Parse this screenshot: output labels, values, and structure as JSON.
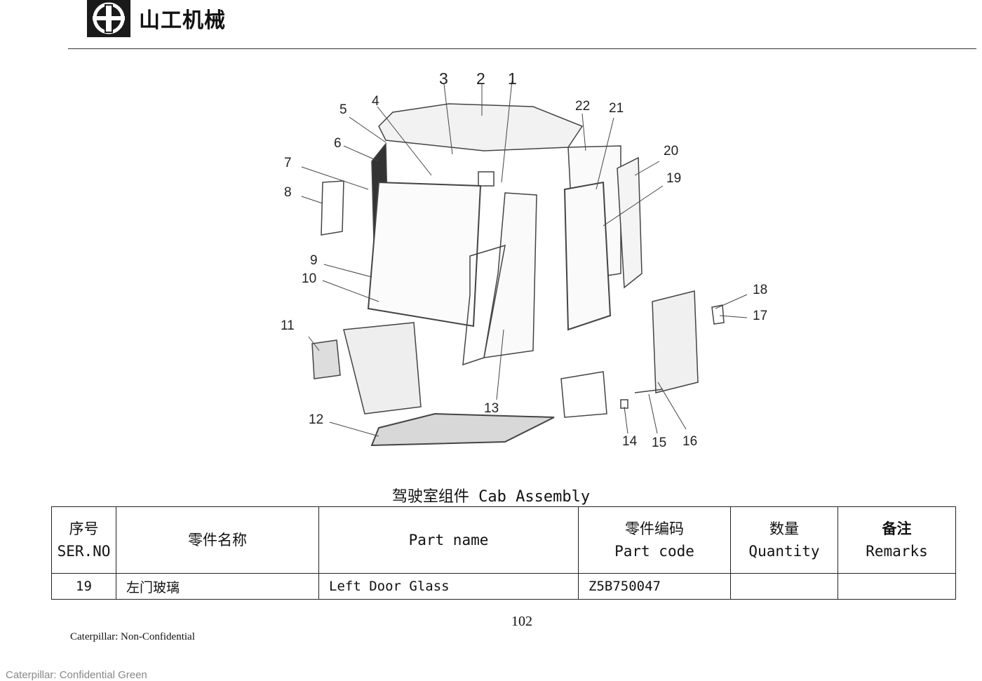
{
  "header": {
    "brand_name": "山工机械"
  },
  "diagram": {
    "callouts": [
      "1",
      "2",
      "3",
      "4",
      "5",
      "6",
      "7",
      "8",
      "9",
      "10",
      "11",
      "12",
      "13",
      "14",
      "15",
      "16",
      "17",
      "18",
      "19",
      "20",
      "21",
      "22"
    ]
  },
  "caption": "驾驶室组件 Cab Assembly",
  "table": {
    "headers": {
      "ser_cn": "序号",
      "ser_en": "SER.NO",
      "name_cn": "零件名称",
      "part_name": "Part name",
      "code_cn": "零件编码",
      "code_en": "Part code",
      "qty_cn": "数量",
      "qty_en": "Quantity",
      "remarks_cn": "备注",
      "remarks_en": "Remarks"
    },
    "rows": [
      {
        "ser": "19",
        "name_cn": "左门玻璃",
        "name_en": "Left Door Glass",
        "code": "Z5B750047",
        "qty": "",
        "remarks": ""
      }
    ]
  },
  "footer": {
    "page_number": "102",
    "classification": "Caterpillar: Non-Confidential",
    "classification2": "Caterpillar: Confidential Green"
  }
}
